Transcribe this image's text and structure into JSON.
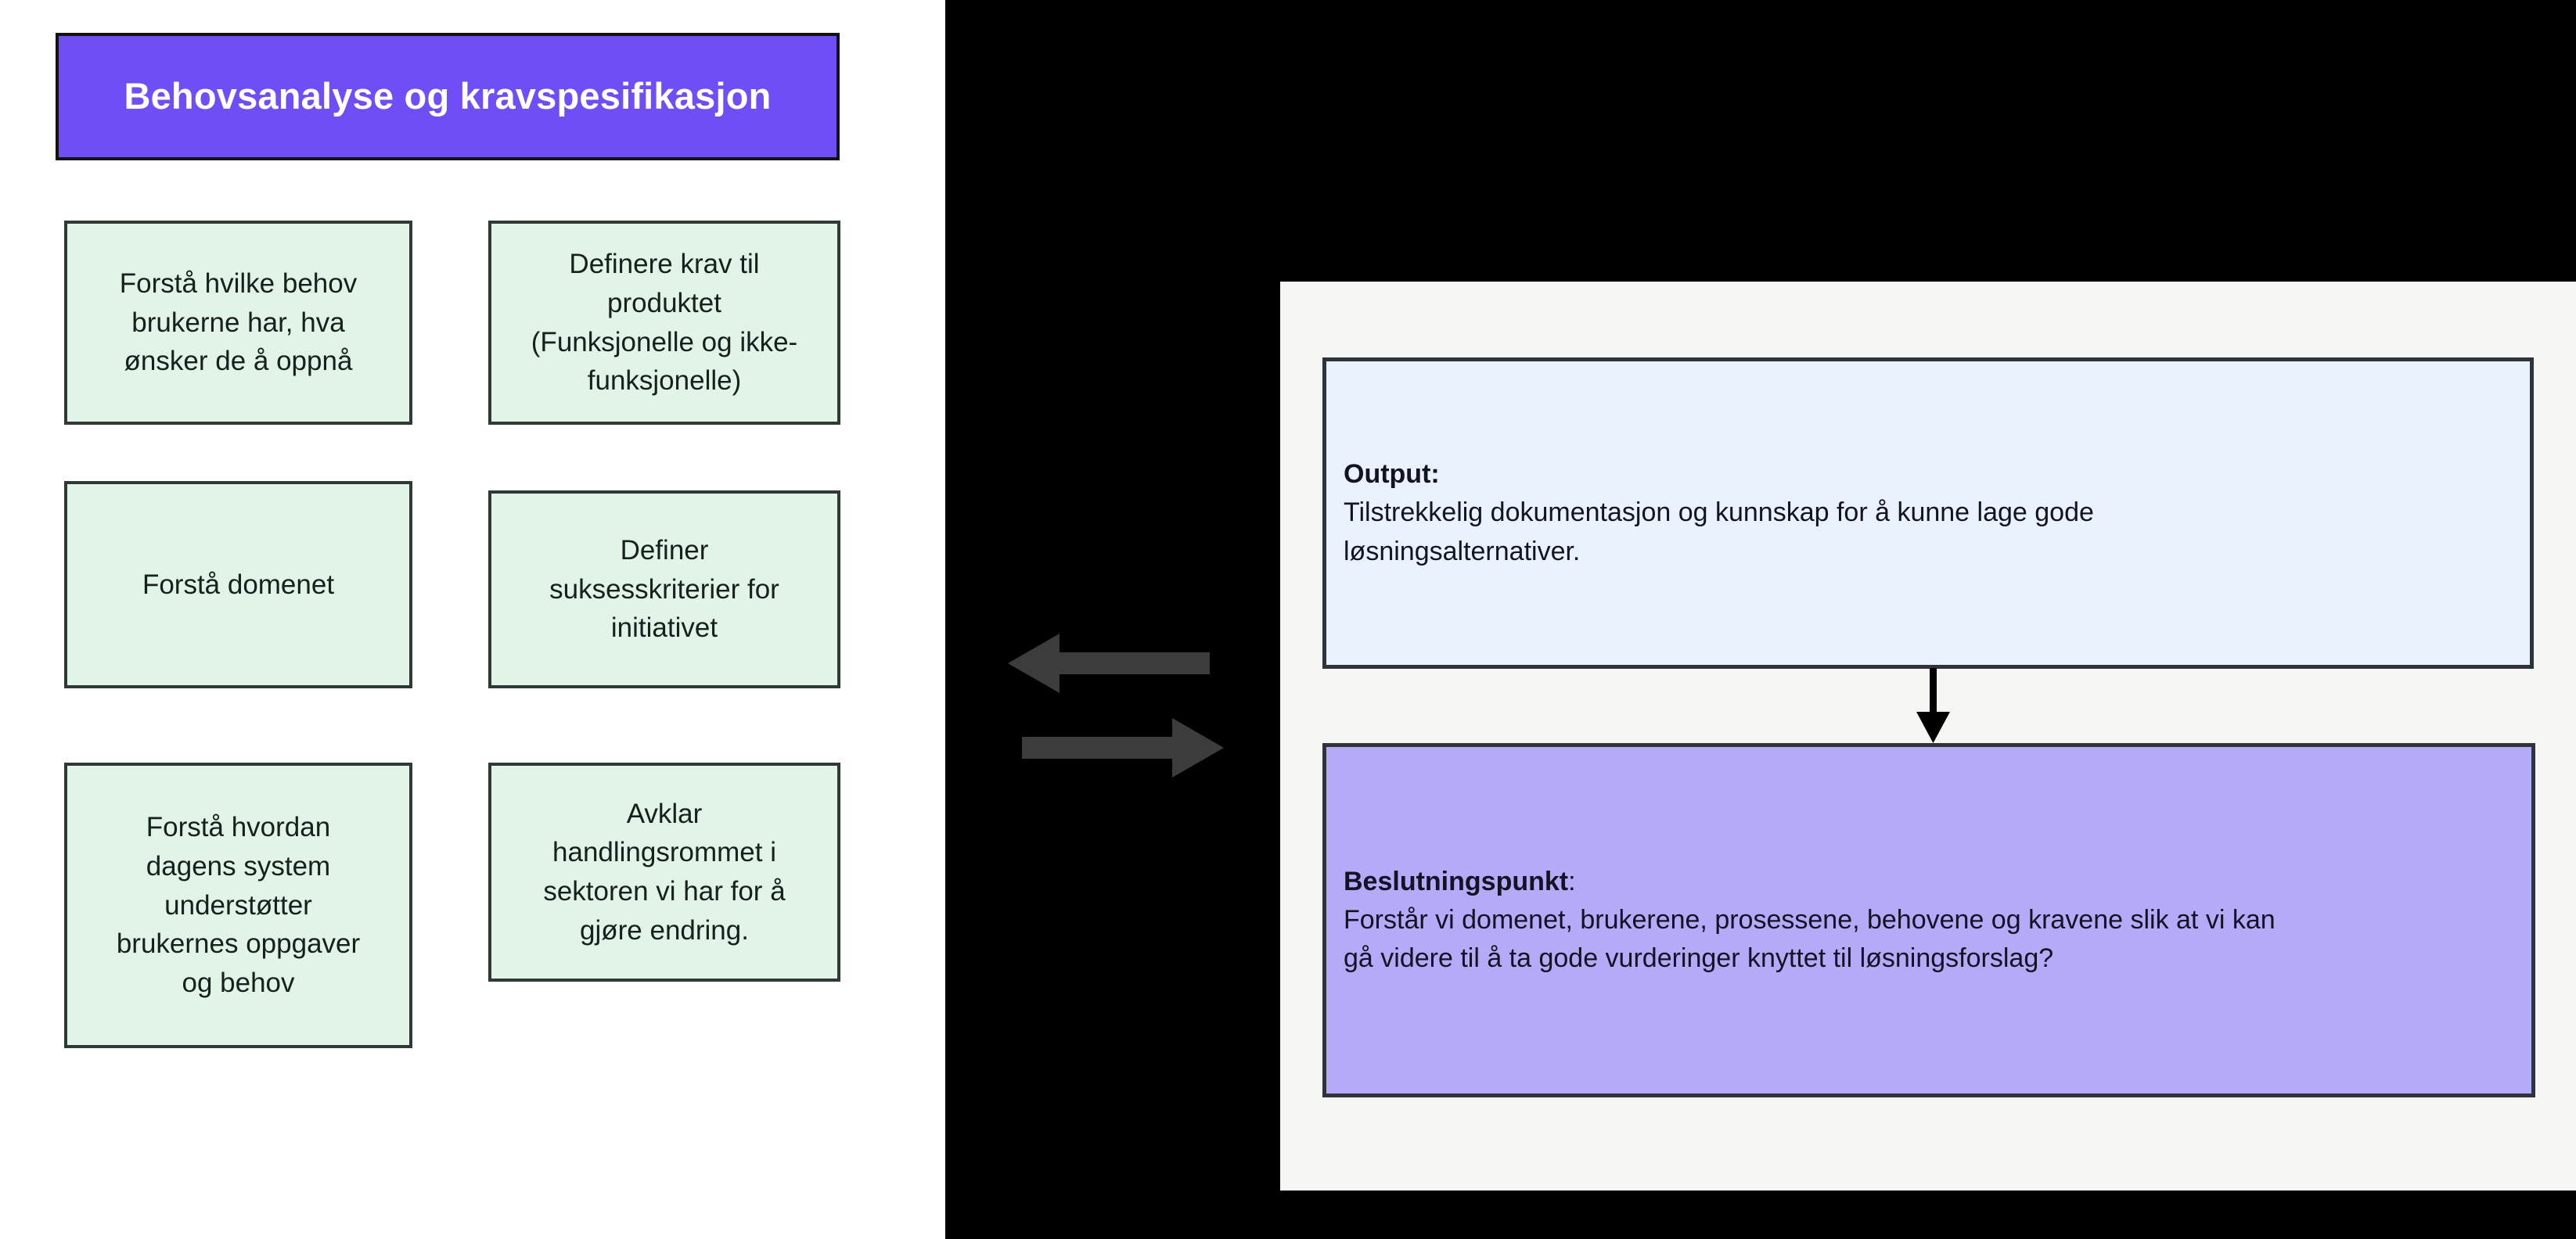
{
  "diagram": {
    "title": "Behovsanalyse og kravspesifikasjon",
    "colors": {
      "phase_header_bg": "#6F4EF8",
      "phase_header_text": "#FFFFFF",
      "activity_bg": "#E2F3E7",
      "activity_border": "#2F3A36",
      "backdrop": "#000000",
      "panel_bg": "#F5F5F4",
      "output_box_bg": "#EAF2FD",
      "decision_box_bg": "#B3AAF8",
      "arrow_gray": "#3C3C3C",
      "arrow_black": "#000000"
    }
  },
  "left_column": {
    "header_label": "Behovsanalyse og kravspesifikasjon",
    "activities": [
      {
        "id": "forsta-behov",
        "label": "Forstå hvilke behov\nbrukerne har, hva\nønsker de å oppnå"
      },
      {
        "id": "definere-krav",
        "label": "Definere krav til\nproduktet\n(Funksjonelle og ikke-\nfunksjonelle)"
      },
      {
        "id": "forsta-domenet",
        "label": "Forstå domenet"
      },
      {
        "id": "definer-suksess",
        "label": "Definer\nsuksesskriterier for\ninitiativet"
      },
      {
        "id": "forsta-dagens-system",
        "label": "Forstå hvordan\ndagens system\nunderstøtter\nbrukernes oppgaver\nog behov"
      },
      {
        "id": "avklar-handlingsrom",
        "label": "Avklar\nhandlingsrommet i\nsektoren vi har for å\ngjøre endring."
      }
    ]
  },
  "connectors": {
    "left_arrow_name": "arrow-left",
    "right_arrow_name": "arrow-right",
    "vertical_arrow_name": "arrow-down"
  },
  "right_panel": {
    "output_box": {
      "title": "Output:",
      "body": "Tilstrekkelig dokumentasjon og kunnskap for å kunne lage gode\nløsningsalternativer."
    },
    "decision_box": {
      "title": "Beslutningspunkt",
      "title_suffix": ":",
      "body": "Forstår vi domenet, brukerene, prosessene, behovene og kravene slik at vi kan\ngå videre til å ta gode vurderinger knyttet til løsningsforslag?"
    }
  }
}
